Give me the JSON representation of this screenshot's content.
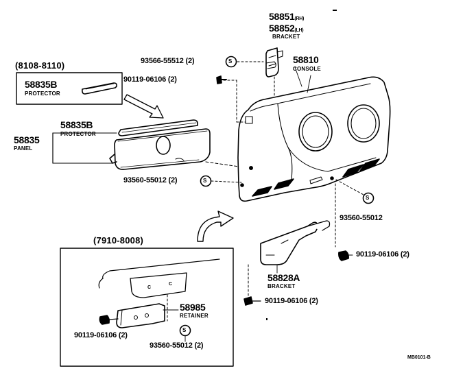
{
  "diagram": {
    "parts": {
      "p58851": {
        "number": "58851",
        "suffix": "(RH)"
      },
      "p58852": {
        "number": "58852",
        "suffix": "(LH)",
        "name": "BRACKET"
      },
      "p58810": {
        "number": "58810",
        "name": "CONSOLE"
      },
      "p58835B_inset": {
        "number": "58835B",
        "name": "PROTECTOR"
      },
      "p58835B": {
        "number": "58835B",
        "name": "PROTECTOR"
      },
      "p58835": {
        "number": "58835",
        "name": "PANEL"
      },
      "p58828A": {
        "number": "58828A",
        "name": "BRACKET"
      },
      "p58985": {
        "number": "58985",
        "name": "RETAINER"
      }
    },
    "fasteners": {
      "f1": "93566-55512 (2)",
      "f2": "90119-06106 (2)",
      "f3": "93560-55012 (2)",
      "f4": "93560-55012",
      "f5": "90119-06106 (2)",
      "f6": "90119-06106 (2)",
      "f7": "90119-06106 (2)",
      "f8": "93560-55012 (2)"
    },
    "ranges": {
      "upper": "(8108-8110)",
      "lower": "(7910-8008)"
    },
    "figure_code": "MB0101-B",
    "symbol_s": "S",
    "hole_c": "C"
  }
}
